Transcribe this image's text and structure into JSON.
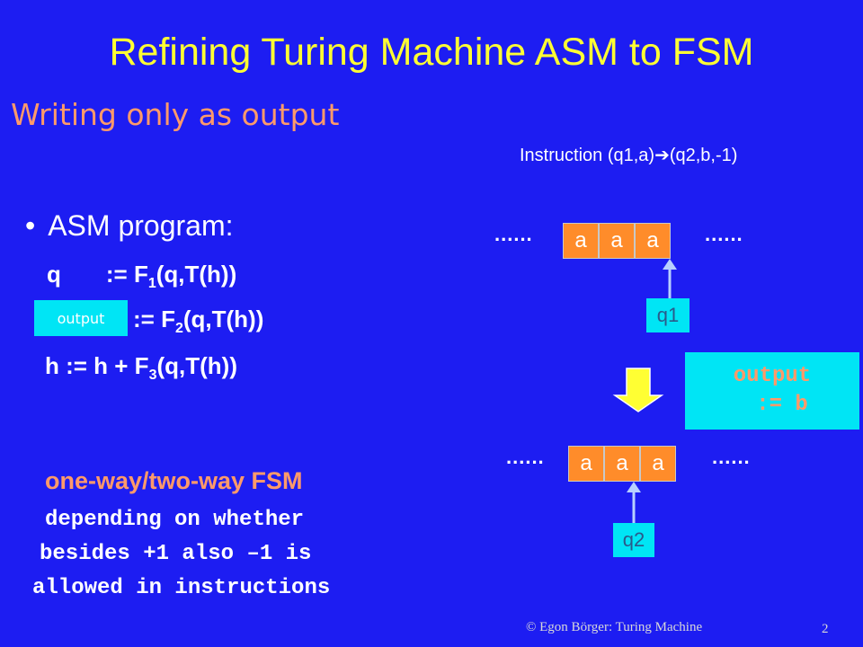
{
  "title": "Refining Turing Machine ASM to FSM",
  "subtitle": "Writing only as output",
  "instruction": {
    "prefix": "Instruction (q1,a)",
    "suffix": "(q2,b,-1)"
  },
  "bullet": {
    "dot": "•",
    "text": "ASM program",
    "colon": ":"
  },
  "program": {
    "line1": {
      "lhs": "q",
      "assign": ":= F",
      "sub": "1",
      "rest": "(q,T(h))"
    },
    "line2": {
      "box_label": "output",
      "assign": ":= F",
      "sub": "2",
      "rest": "(q,T(h))"
    },
    "line3": {
      "lhs": "h :=  h + F",
      "sub": "3",
      "rest": "(q,T(h))"
    }
  },
  "fsm_note": {
    "title": "one-way/two-way FSM",
    "line1": "depending on whether",
    "line2": "besides +1 also –1 is",
    "line3": "allowed in instructions"
  },
  "diagram": {
    "dots": "......",
    "tape_before": [
      "a",
      "a",
      "a"
    ],
    "state_before": "q1",
    "tape_after": [
      "a",
      "a",
      "a"
    ],
    "state_after": "q2",
    "output_box": {
      "line1": "output",
      "line2": ":= b"
    }
  },
  "colors": {
    "background": "#1d1df2",
    "title": "#ffff33",
    "accent": "#ff9a6a",
    "cell": "#ff8c2a",
    "cyan": "#00e5f5",
    "arrow": "#ffff33"
  },
  "footer": "© Egon Börger: Turing Machine",
  "page_number": "2"
}
